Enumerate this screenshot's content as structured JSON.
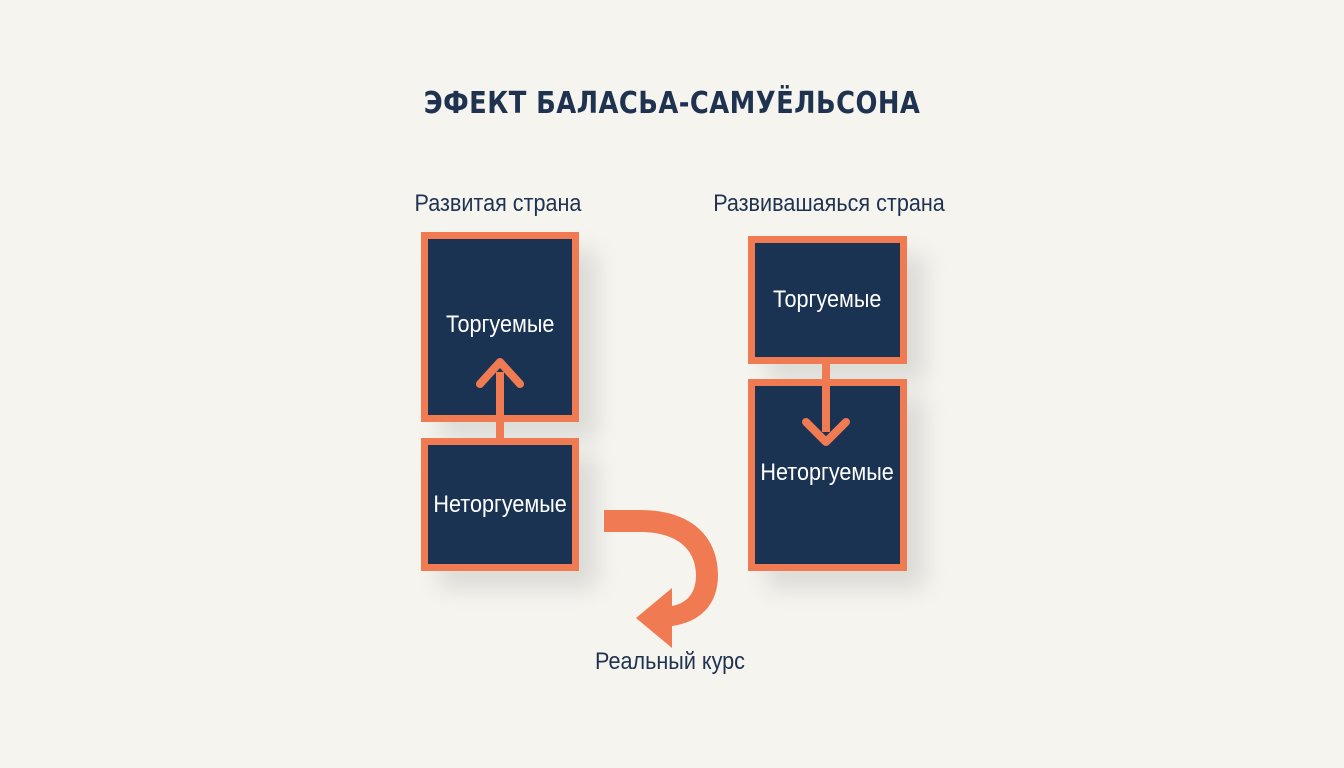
{
  "title": "ЭФЕКТ БАЛАСЬА-САМУЁЛЬСОНА",
  "developed": {
    "label": "Развитая страна",
    "tradable": "Торгуемые",
    "nontradable": "Неторгуемые"
  },
  "developing": {
    "label": "Развивашаяься страна",
    "tradable": "Торгуемые",
    "nontradable": "Неторгуемые"
  },
  "real_rate_label": "Реальный курс",
  "colors": {
    "box_fill": "#1a3352",
    "accent": "#f07a52",
    "text_dark": "#1f3350",
    "background": "#f5f4ef"
  }
}
